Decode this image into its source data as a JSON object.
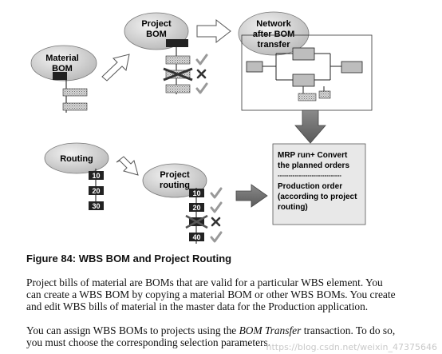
{
  "diagram": {
    "nodes": {
      "material_bom": [
        "Material",
        "BOM"
      ],
      "project_bom": [
        "Project",
        "BOM"
      ],
      "network": [
        "Network",
        "after BOM",
        "transfer"
      ],
      "routing": [
        "Routing"
      ],
      "project_routing": [
        "Project",
        "routing"
      ]
    },
    "result_box": {
      "lines": [
        "MRP run+ Convert",
        "the planned orders"
      ],
      "separator": "------------------------------",
      "lines2": [
        "Production order",
        "(according to project",
        "routing)"
      ]
    },
    "routing_ops": [
      "10",
      "20",
      "30"
    ],
    "project_routing_ops": [
      "10",
      "20",
      "40"
    ]
  },
  "caption": "Figure 84: WBS BOM and Project Routing",
  "paragraphs": {
    "p1_lines": [
      "Project bills of material are BOMs that are valid for a particular WBS element. You",
      "can create a WBS BOM by copying a material BOM or other WBS BOMs. You create",
      "and edit WBS bills of material in the master data for the Production application."
    ],
    "p2_line1_before": "You can assign WBS BOMs to projects using the ",
    "p2_line1_italic": "BOM Transfer",
    "p2_line1_after": " transaction. To do so,",
    "p2_line2": "you must choose the corresponding selection parameters."
  },
  "watermark": "https://blog.csdn.net/weixin_47375646"
}
